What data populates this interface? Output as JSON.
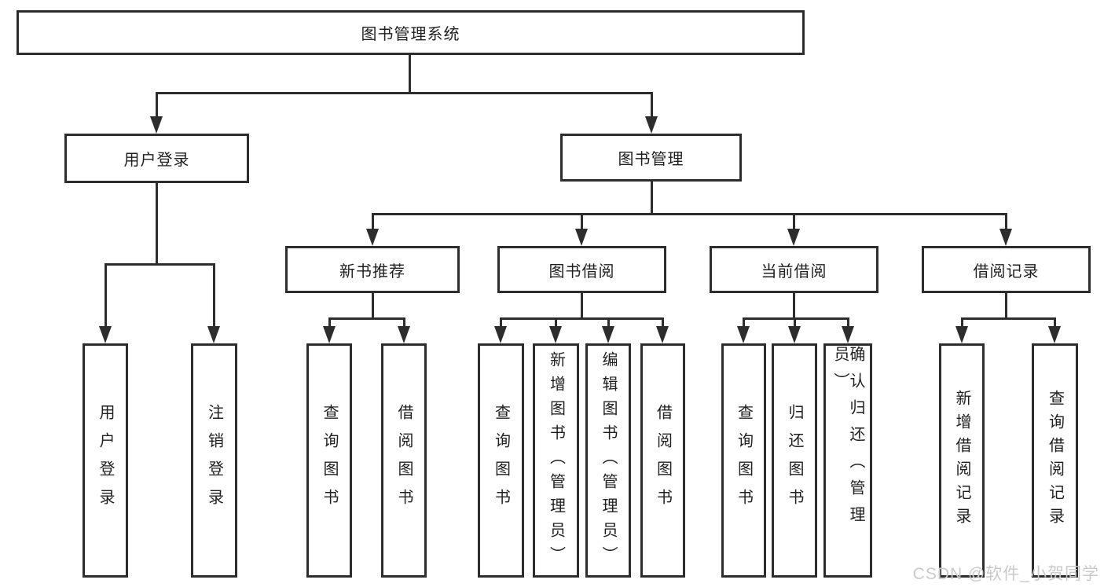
{
  "nodes": {
    "root": {
      "label": "图书管理系统"
    },
    "user_login": {
      "label": "用户登录"
    },
    "book_mgmt": {
      "label": "图书管理"
    },
    "new_book": {
      "label": "新书推荐"
    },
    "book_borrow": {
      "label": "图书借阅"
    },
    "current_borrow": {
      "label": "当前借阅"
    },
    "borrow_record": {
      "label": "借阅记录"
    },
    "leaves": [
      {
        "label": "用户登录"
      },
      {
        "label": "注销登录"
      },
      {
        "label": "查询图书"
      },
      {
        "label": "借阅图书"
      },
      {
        "label": "查询图书"
      },
      {
        "label": "新增图书（管理员）"
      },
      {
        "label": "编辑图书（管理员）"
      },
      {
        "label": "借阅图书"
      },
      {
        "label": "查询图书"
      },
      {
        "label": "归还图书"
      },
      {
        "label": "确认归还（管理员）"
      },
      {
        "label": "新增借阅记录"
      },
      {
        "label": "查询借阅记录"
      }
    ]
  },
  "watermark": {
    "text": "CSDN @软件_小贺同学"
  },
  "colors": {
    "line": "#2d2d2d",
    "text": "#1f1f1f",
    "watermark": "#c9c9c9",
    "background": "#ffffff"
  }
}
